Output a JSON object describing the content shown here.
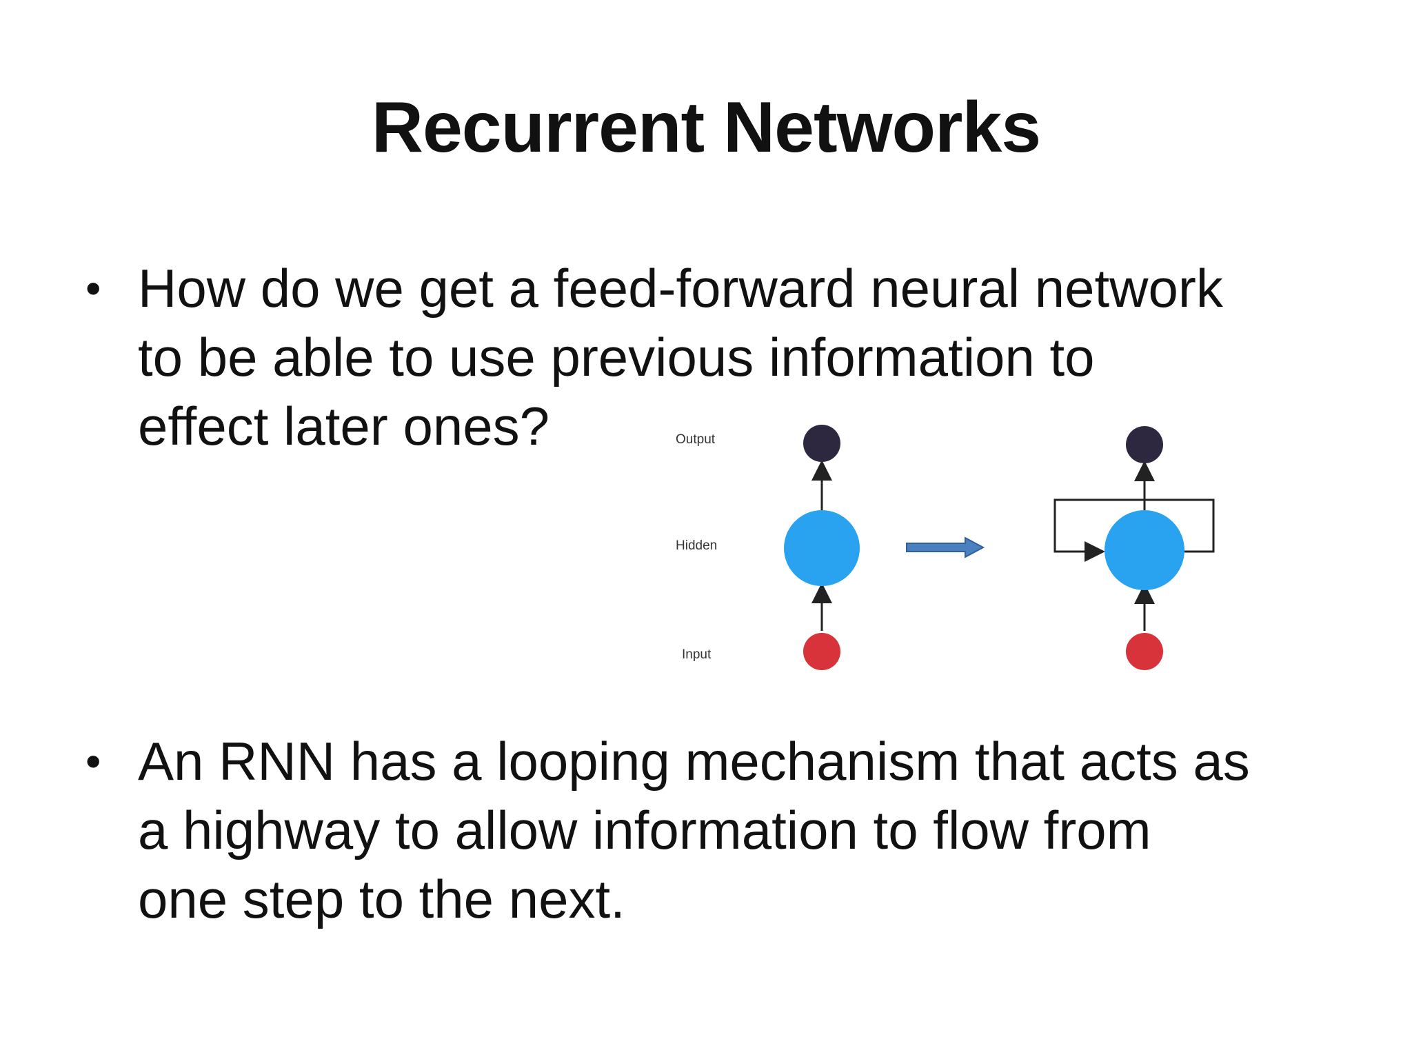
{
  "slide": {
    "title": "Recurrent Networks",
    "bullets": [
      {
        "symbol": "•",
        "text": "How do we get a feed-forward neural network\nto be able to use previous information to\neffect later ones?"
      },
      {
        "symbol": "•",
        "text": "An RNN has a looping mechanism that acts as\na highway to allow information to flow from\none step to the next."
      }
    ]
  },
  "diagram": {
    "labels": {
      "output": "Output",
      "hidden": "Hidden",
      "input": "Input"
    },
    "colors": {
      "output_node": "#2d2840",
      "hidden_node": "#29a3ef",
      "input_node": "#d8323a",
      "edge": "#222222",
      "transform_arrow": "#4a7fc0",
      "transform_arrow_border": "#2f5f99"
    }
  }
}
